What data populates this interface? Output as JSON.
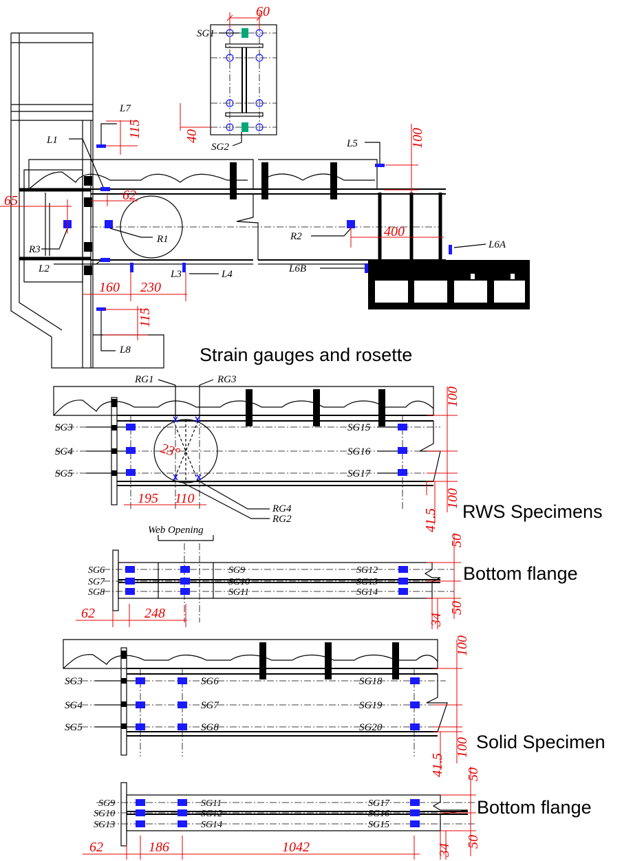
{
  "headings": {
    "strain_title": "Strain gauges and rosette",
    "rws_title": "RWS Specimens",
    "bottom_flange_1": "Bottom flange",
    "solid_title": "Solid Specimen",
    "bottom_flange_2": "Bottom flange",
    "web_opening": "Web Opening"
  },
  "top": {
    "labels": {
      "sg1": "SG1",
      "sg2": "SG2",
      "l1": "L1",
      "l2": "L2",
      "l3": "L3",
      "l4": "L4",
      "l5": "L5",
      "l6a": "L6A",
      "l6b": "L6B",
      "l7": "L7",
      "l8": "L8",
      "r1": "R1",
      "r2": "R2",
      "r3": "R3"
    },
    "dims": {
      "d60": "60",
      "d40": "40",
      "d115a": "115",
      "d100": "100",
      "d65": "65",
      "d62": "62",
      "d400": "400",
      "d160": "160",
      "d230": "230",
      "d115b": "115"
    }
  },
  "rws": {
    "labels": {
      "rg1": "RG1",
      "rg3": "RG3",
      "rg4": "RG4",
      "rg2": "RG2",
      "sg3": "SG3",
      "sg4": "SG4",
      "sg5": "SG5",
      "sg15": "SG15",
      "sg16": "SG16",
      "sg17": "SG17"
    },
    "dims": {
      "d100a": "100",
      "d100b": "100",
      "d41_5": "41.5",
      "d195": "195",
      "d110": "110",
      "angle": "23°"
    }
  },
  "rws_bottom": {
    "labels": {
      "sg6": "SG6",
      "sg7": "SG7",
      "sg8": "SG8",
      "sg9": "SG9",
      "sg10": "SG10",
      "sg11": "SG11",
      "sg12": "SG12",
      "sg13": "SG13",
      "sg14": "SG14"
    },
    "dims": {
      "d62": "62",
      "d248": "248",
      "d50a": "50",
      "d50b": "50",
      "d34": "34"
    }
  },
  "solid": {
    "labels": {
      "sg3": "SG3",
      "sg4": "SG4",
      "sg5": "SG5",
      "sg6": "SG6",
      "sg7": "SG7",
      "sg8": "SG8",
      "sg18": "SG18",
      "sg19": "SG19",
      "sg20": "SG20"
    },
    "dims": {
      "d100a": "100",
      "d100b": "100",
      "d41_5": "41.5"
    }
  },
  "solid_bottom": {
    "labels": {
      "sg9": "SG9",
      "sg10": "SG10",
      "sg13": "SG13",
      "sg11": "SG11",
      "sg12": "SG12",
      "sg14": "SG14",
      "sg17": "SG17",
      "sg16": "SG16",
      "sg15": "SG15"
    },
    "dims": {
      "d62": "62",
      "d186": "186",
      "d1042": "1042",
      "d50a": "50",
      "d50b": "50",
      "d34": "34"
    }
  },
  "colors": {
    "dimension": "#e60000",
    "gauge": "#1a1aff",
    "plate_gauge": "#00a77a",
    "line": "#000000"
  }
}
